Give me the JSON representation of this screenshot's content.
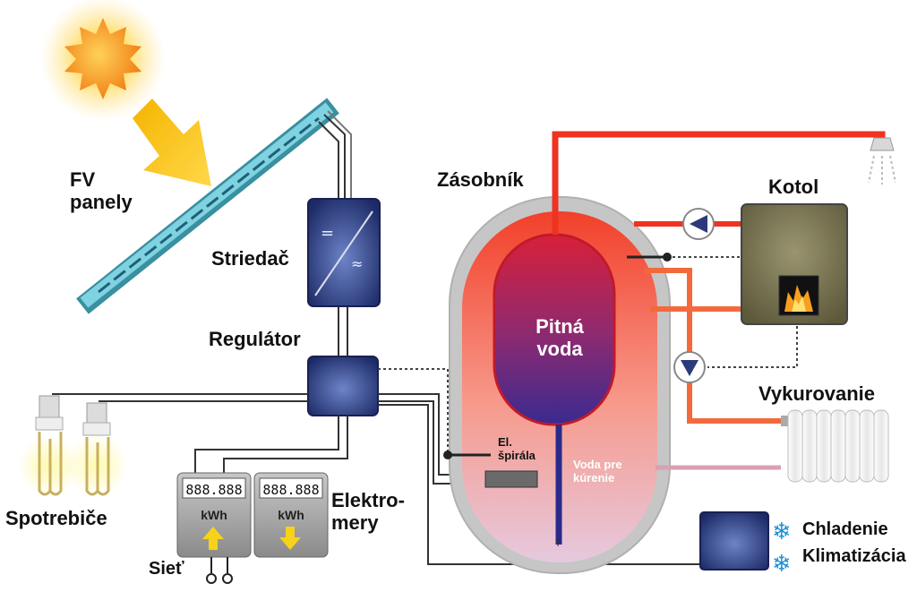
{
  "labels": {
    "fv_panels": "FV panely",
    "inverter": "Striedač",
    "regulator": "Regulátor",
    "storage": "Zásobník",
    "drinking_water": "Pitná voda",
    "boiler": "Kotol",
    "heating": "Vykurovanie",
    "el_spiral": "El. špirála",
    "heating_water": "Voda pre kúrenie",
    "consumers": "Spotrebiče",
    "meters": "Elektro- mery",
    "grid": "Sieť",
    "cooling": "Chladenie",
    "air_conditioning": "Klimatizácia"
  },
  "meters": [
    {
      "display": "888.888",
      "unit": "kWh",
      "direction": "up"
    },
    {
      "display": "888.888",
      "unit": "kWh",
      "direction": "down"
    }
  ],
  "colors": {
    "hot_pipe": "#ee3322",
    "warm_pipe": "#f26a3c",
    "cool_pipe": "#d9a0b0",
    "device_blue": "#2a3a7a",
    "boiler": "#7f7a55",
    "tank_outer": "#c9c9c9",
    "solar_panel": "#5bb8c8"
  }
}
